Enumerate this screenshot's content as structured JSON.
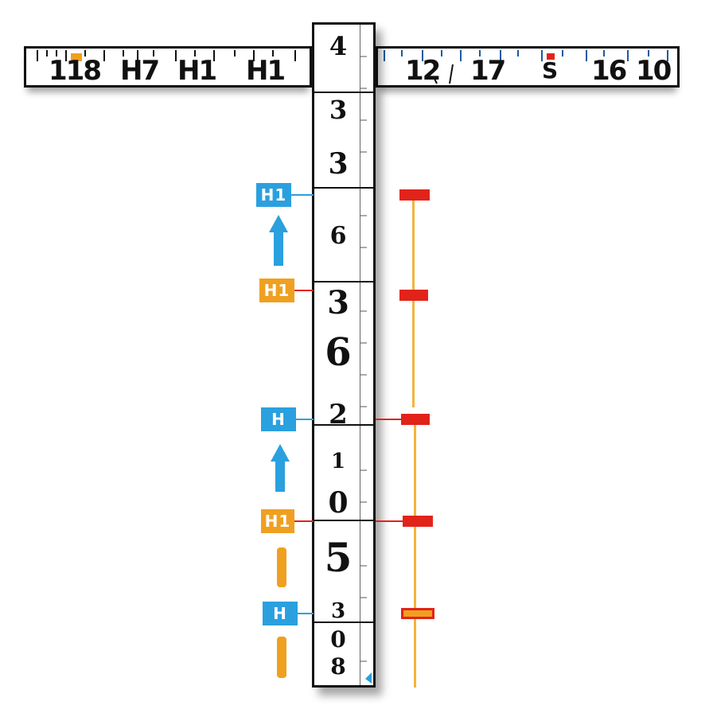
{
  "top_ruler": {
    "left_labels": [
      "118",
      "H7",
      "H1",
      "H1"
    ],
    "right_labels": [
      "12",
      "17",
      "S",
      "16",
      "10"
    ]
  },
  "vertical_ruler": {
    "numbers": [
      "4",
      "3",
      "3",
      "6",
      "3",
      "6",
      "2",
      "1",
      "0",
      "5",
      "3",
      "0",
      "8"
    ]
  },
  "markers": [
    {
      "label": "H1",
      "color": "#2ba0df"
    },
    {
      "label": "H1",
      "color": "#f0a020"
    },
    {
      "label": "H",
      "color": "#2ba0df"
    },
    {
      "label": "H1",
      "color": "#f0a020"
    },
    {
      "label": "H",
      "color": "#2ba0df"
    }
  ],
  "colors": {
    "blue": "#2ba0df",
    "orange": "#f0a020",
    "red": "#e2231a",
    "pole": "#f2b53a",
    "ink": "#111111"
  }
}
